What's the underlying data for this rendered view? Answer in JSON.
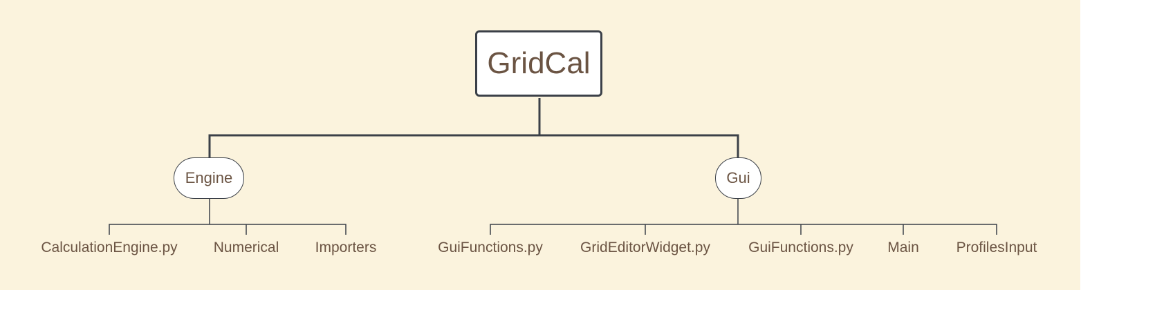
{
  "root": {
    "label": "GridCal"
  },
  "branches": [
    {
      "label": "Engine",
      "children": [
        "CalculationEngine.py",
        "Numerical",
        "Importers"
      ]
    },
    {
      "label": "Gui",
      "children": [
        "GuiFunctions.py",
        "GridEditorWidget.py",
        "GuiFunctions.py",
        "Main",
        "ProfilesInput"
      ]
    }
  ],
  "colors": {
    "background": "#fbf3dd",
    "node_fill": "#ffffff",
    "line": "#3b4048",
    "text": "#6b5443"
  }
}
